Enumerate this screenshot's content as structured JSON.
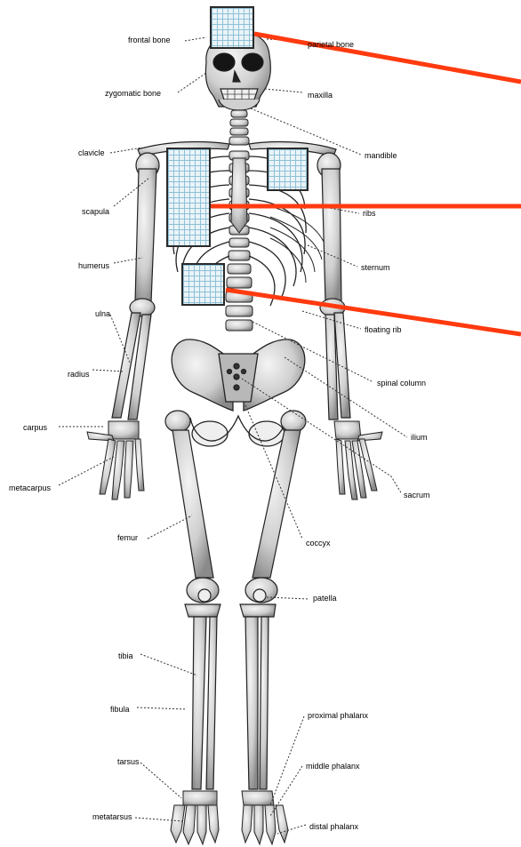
{
  "diagram": {
    "labels_left": {
      "frontal_bone": "frontal bone",
      "zygomatic_bone": "zygomatic bone",
      "clavicle": "clavicle",
      "scapula": "scapula",
      "humerus": "humerus",
      "ulna": "ulna",
      "radius": "radius",
      "carpus": "carpus",
      "metacarpus": "metacarpus",
      "femur": "femur",
      "tibia": "tibia",
      "fibula": "fibula",
      "tarsus": "tarsus",
      "metatarsus": "metatarsus"
    },
    "labels_right": {
      "parietal_bone": "parietal bone",
      "maxilla": "maxilla",
      "mandible": "mandible",
      "ribs": "ribs",
      "sternum": "sternum",
      "floating_rib": "floating rib",
      "spinal_column": "spinal column",
      "ilium": "ilium",
      "sacrum": "sacrum",
      "coccyx": "coccyx",
      "patella": "patella",
      "proximal_phalanx": "proximal phalanx",
      "middle_phalanx": "middle phalanx",
      "distal_phalanx": "distal phalanx"
    },
    "colors": {
      "pointer_line": "#ff3a0f",
      "bone_fill": "#d8d8d8",
      "bone_outline": "#222222",
      "grid_box": "#8fc0d6"
    }
  }
}
